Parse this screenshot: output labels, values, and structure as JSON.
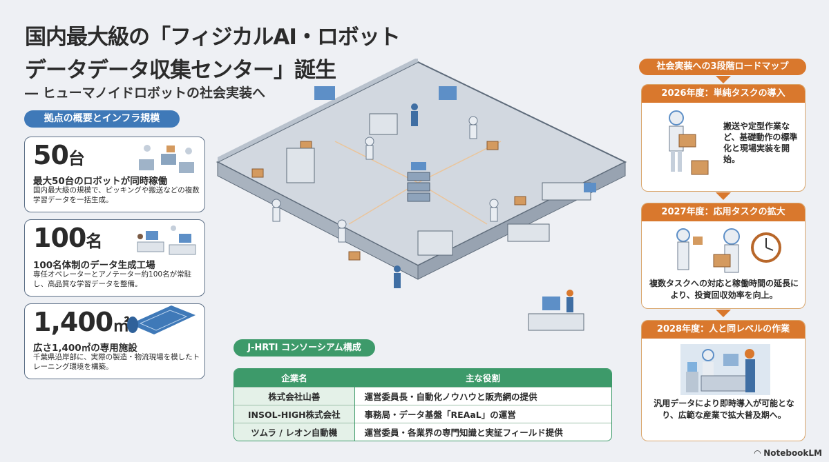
{
  "title": {
    "line1": "国内最大級の「フィジカルAI・ロボット",
    "line2": "データデータ収集センター」誕生",
    "subtitle": "― ヒューマノイドロボットの社会実装へ"
  },
  "overview": {
    "heading": "拠点の概要とインフラ規模",
    "cards": [
      {
        "big": "50",
        "unit": "台",
        "headline": "最大50台のロボットが同時稼働",
        "desc": "国内最大級の規模で、ピッキングや搬送などの複数学習データを一括生成。"
      },
      {
        "big": "100",
        "unit": "名",
        "headline": "100名体制のデータ生成工場",
        "desc": "専任オペレーターとアノテーター約100名が常駐し、高品質な学習データを整備。"
      },
      {
        "big": "1,400",
        "unit": "㎡",
        "headline": "広さ1,400㎡の専用施設",
        "desc": "千葉県沿岸部に、実際の製造・物流現場を模したトレーニング環境を構築。"
      }
    ]
  },
  "roadmap": {
    "heading": "社会実装への3段階ロードマップ",
    "stages": [
      {
        "title": "2026年度：単純タスクの導入",
        "desc": "搬送や定型作業など、基礎動作の標準化と現場実装を開始。"
      },
      {
        "title": "2027年度：応用タスクの拡大",
        "desc": "複数タスクへの対応と稼働時間の延長により、投資回収効率を向上。"
      },
      {
        "title": "2028年度：人と同レベルの作業",
        "desc": "汎用データにより即時導入が可能となり、広範な産業で拡大普及期へ。"
      }
    ]
  },
  "consortium": {
    "heading": "J-HRTI コンソーシアム構成",
    "columns": [
      "企業名",
      "主な役割"
    ],
    "rows": [
      [
        "株式会社山善",
        "運営委員長・自動化ノウハウと販売網の提供"
      ],
      [
        "INSOL-HIGH株式会社",
        "事務局・データ基盤「REAaL」の運営"
      ],
      [
        "ツムラ / レオン自動機",
        "運営委員・各業界の専門知識と実証フィールド提供"
      ]
    ]
  },
  "branding": "NotebookLM",
  "colors": {
    "blue": "#3f79b8",
    "orange": "#d9782d",
    "green": "#3d9a6a"
  }
}
